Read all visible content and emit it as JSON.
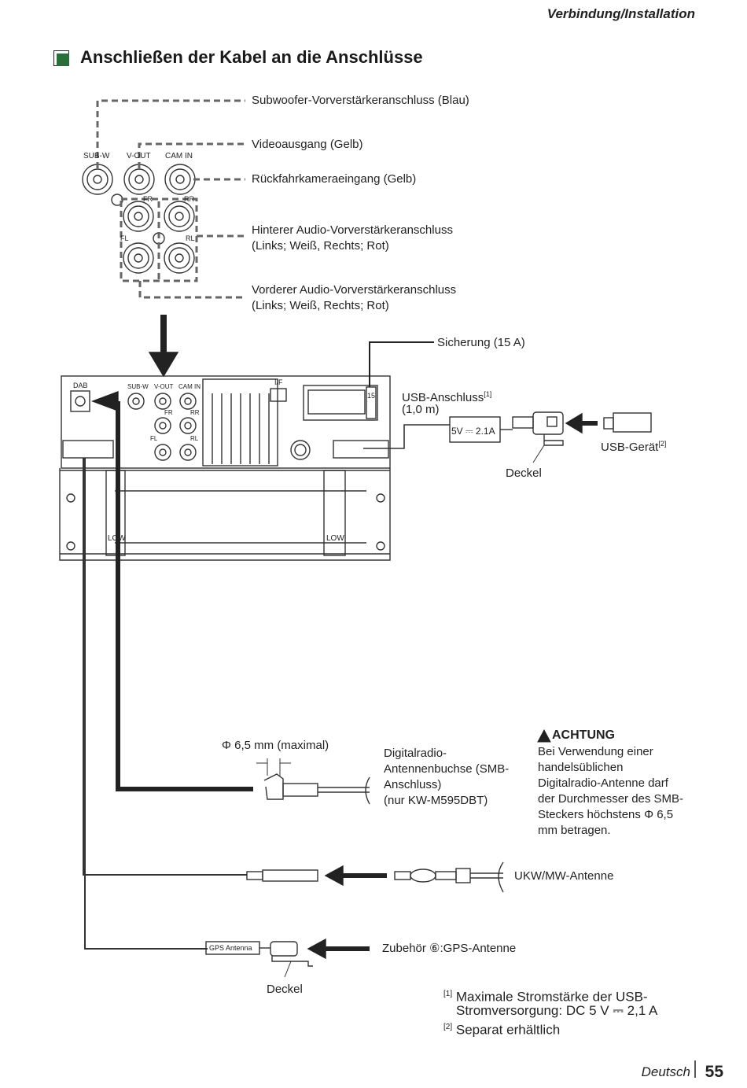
{
  "header": {
    "section": "Verbindung/Installation"
  },
  "title": "Anschließen der Kabel an die Anschlüsse",
  "jacks": {
    "subw": "SUB-W",
    "vout": "V-OUT",
    "camin": "CAM IN",
    "fr": "FR",
    "rr": "RR",
    "fl": "FL",
    "rl": "RL",
    "dab": "DAB",
    "if": "I/F",
    "low": "LOW",
    "fuse_mark": "15",
    "usb_spec": "5V ⎓ 2.1A",
    "gps_box": "GPS Antenna"
  },
  "labels": {
    "subwoofer": "Subwoofer-Vorverstärkeranschluss (Blau)",
    "video": "Videoausgang (Gelb)",
    "camera": "Rückfahrkameraeingang (Gelb)",
    "rear1": "Hinterer Audio-Vorverstärkeranschluss",
    "rear2": "(Links; Weiß, Rechts; Rot)",
    "front1": "Vorderer Audio-Vorverstärkeranschluss",
    "front2": "(Links; Weiß, Rechts; Rot)",
    "fuse": "Sicherung (15 A)",
    "usb1": "USB-Anschluss",
    "usb1_sup": "[1]",
    "usb2": "(1,0 m)",
    "usbdev": "USB-Gerät",
    "usbdev_sup": "[2]",
    "cover1": "Deckel",
    "diameter": "Φ 6,5 mm (maximal)",
    "dab1": "Digitalradio-",
    "dab2": "Antennenbuchse (SMB-",
    "dab3": "Anschluss)",
    "dab4": "(nur KW-M595DBT)",
    "fm": "UKW/MW-Antenne",
    "gps": "Zubehör ⑥:GPS-Antenne",
    "cover2": "Deckel"
  },
  "warning": {
    "title": "ACHTUNG",
    "text": "Bei Verwendung einer handelsüblichen Digitalradio-Antenne darf der Durchmesser des SMB-Steckers höchstens Φ 6,5 mm betragen."
  },
  "footnotes": {
    "n1_mark": "[1]",
    "n1_line1": "Maximale Stromstärke der USB-",
    "n1_line2": "Stromversorgung: DC 5 V ⎓ 2,1 A",
    "n2_mark": "[2]",
    "n2_line1": "Separat erhältlich"
  },
  "footer": {
    "language": "Deutsch",
    "page": "55"
  },
  "colors": {
    "square": "#2a6e3a",
    "line": "#333333",
    "dash": "#666666"
  }
}
